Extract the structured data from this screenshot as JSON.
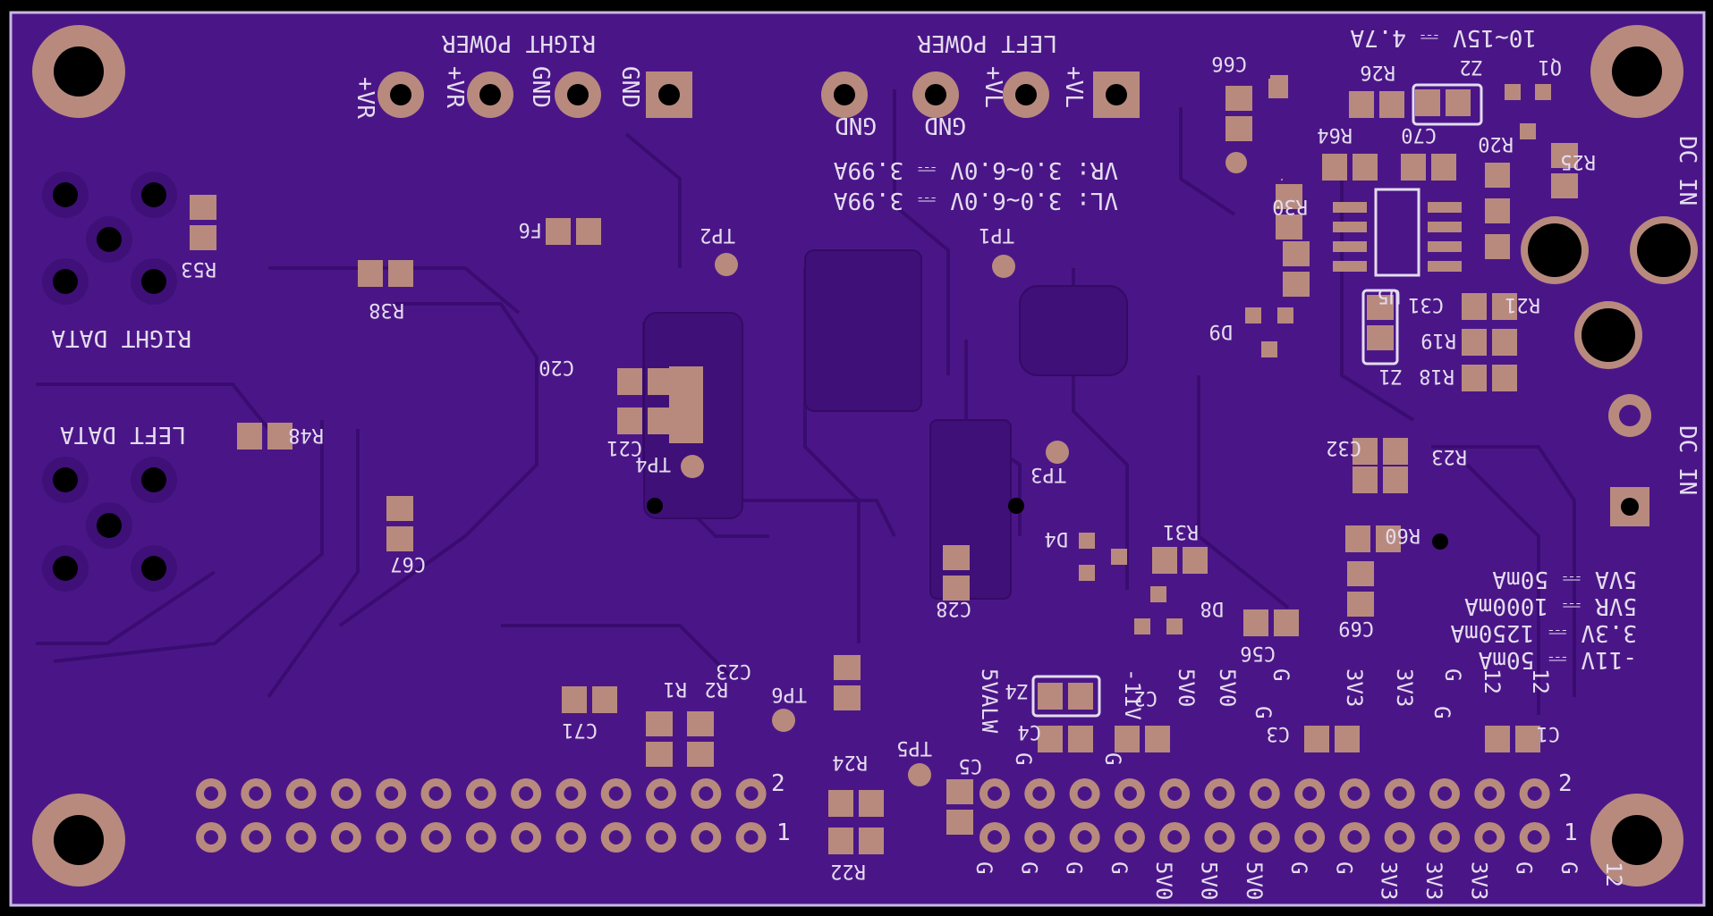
{
  "colors": {
    "background": "#000000",
    "board": "#4a1687",
    "copper_trace": "#3a0c70",
    "pad": "#b88a7e",
    "silkscreen": "#e4dcef",
    "hole": "#000000"
  },
  "labels": {
    "right_power": "RIGHT POWER",
    "left_power": "LEFT POWER",
    "vr_plus_1": "+VR",
    "vr_plus_2": "+VR",
    "gnd_1": "GND",
    "gnd_2": "GND",
    "gnd_3": "GND",
    "gnd_4": "GND",
    "vl_plus_1": "+VL",
    "vl_plus_2": "+VL",
    "vr_spec": "VR: 3.0~6.0V ⎓ 3.99A",
    "vl_spec": "VL: 3.0~6.0V ⎓ 3.99A",
    "input_spec": "10~15V ⎓ 4.7A",
    "right_data": "RIGHT DATA",
    "left_data": "LEFT DATA",
    "dc_in_1": "DC IN",
    "dc_in_2": "DC IN",
    "rail_5va": "5VA ⎓ 50mA",
    "rail_5vr": "5VR ⎓ 1000mA",
    "rail_33v": "3.3V ⎓ 1250mA",
    "rail_11v": "-11V ⎓ 50mA",
    "header_top_labels": [
      "5VALW",
      "-11V",
      "5V0",
      "5V0",
      "G",
      "3V3",
      "3V3",
      "G",
      "12",
      "12"
    ],
    "header_bottom_labels": [
      "G",
      "G",
      "G",
      "G",
      "5V0",
      "5V0",
      "5V0",
      "G",
      "G",
      "3V3",
      "3V3",
      "3V3",
      "G",
      "G",
      "12"
    ],
    "header_misc": [
      "G",
      "G",
      "G",
      "G"
    ],
    "pin_1_left": "1",
    "pin_2_left": "2",
    "pin_1_right": "1",
    "pin_2_right": "2"
  },
  "refs": {
    "C66": "C66",
    "Q1": "Q1",
    "Z2": "Z2",
    "R26": "R26",
    "R64": "R64",
    "C70": "C70",
    "R20": "R20",
    "R25": "R25",
    "R30": "R30",
    "U5": "U5",
    "C31": "C31",
    "R21": "R21",
    "R19": "R19",
    "R18": "R18",
    "Z1": "Z1",
    "D9": "D9",
    "F6": "F6",
    "TP2": "TP2",
    "TP1": "TP1",
    "R38": "R38",
    "R53": "R53",
    "C20": "C20",
    "C21": "C21",
    "TP4": "TP4",
    "R48": "R48",
    "TP3": "TP3",
    "C32": "C32",
    "R23": "R23",
    "C67": "C67",
    "R31": "R31",
    "D4": "D4",
    "R60": "R60",
    "D8": "D8",
    "C28": "C28",
    "C69": "C69",
    "C56": "C56",
    "C23": "C23",
    "TP6": "TP6",
    "R1": "R1",
    "R2": "R2",
    "C71": "C71",
    "Z4": "Z4",
    "C2": "C2",
    "C4": "C4",
    "C3": "C3",
    "C1": "C1",
    "TP5": "TP5",
    "C5": "C5",
    "R24": "R24",
    "R22": "R22"
  }
}
